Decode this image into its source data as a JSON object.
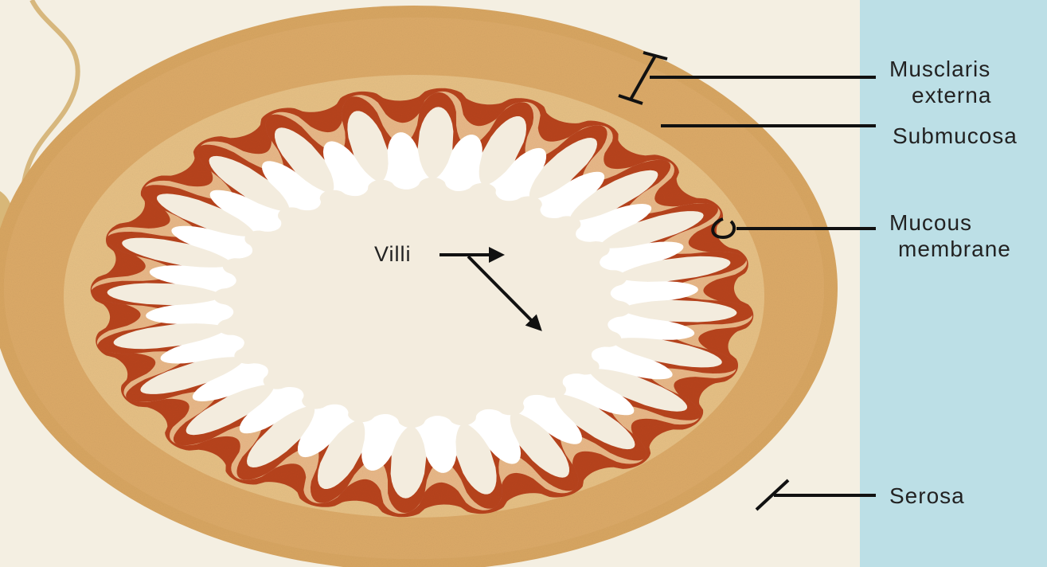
{
  "labels": {
    "muscularis_line1": "Musclaris",
    "muscularis_line2": "externa",
    "submucosa": "Submucosa",
    "mucous_line1": "Mucous",
    "mucous_line2": "membrane",
    "villi": "Villi",
    "serosa": "Serosa"
  },
  "colors": {
    "background": "#f4efe2",
    "side_panel": "#bcdfe6",
    "muscle_layer": "#d8a662",
    "submucosa_layer": "#e6c085",
    "mucosa_dark": "#b8441d",
    "mucosa_light": "#e8b888",
    "lumen": "#f3ecde",
    "leader_line": "#222222"
  }
}
